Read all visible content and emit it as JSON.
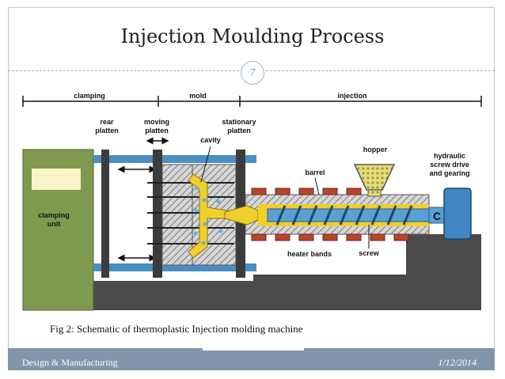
{
  "slide": {
    "title": "Injection Moulding Process",
    "page_number": "7",
    "caption": "Fig 2: Schematic of thermoplastic Injection molding machine",
    "footer_left": "Design & Manufacturing",
    "footer_right": "1/12/2014"
  },
  "diagram": {
    "sections": {
      "clamping": "clamping",
      "mold": "mold",
      "injection": "injection"
    },
    "labels": {
      "rear_platten_1": "rear",
      "rear_platten_2": "platten",
      "moving_platten_1": "moving",
      "moving_platten_2": "platten",
      "stationary_platten_1": "stationary",
      "stationary_platten_2": "platten",
      "cavity": "cavity",
      "hopper": "hopper",
      "hydraulic_1": "hydraulic",
      "hydraulic_2": "screw drive",
      "hydraulic_3": "and gearing",
      "barrel": "barrel",
      "clamping_unit_1": "clamping",
      "clamping_unit_2": "unit",
      "heater_bands": "heater bands",
      "screw": "screw"
    },
    "colors": {
      "base": "#4a4a4a",
      "clamping_unit": "#7f9a4e",
      "tie_bar": "#4a8fc4",
      "mold": "#6e6e6e",
      "plastic": "#f0cf2a",
      "heater": "#b8442c",
      "screw": "#5aa0d6"
    }
  }
}
